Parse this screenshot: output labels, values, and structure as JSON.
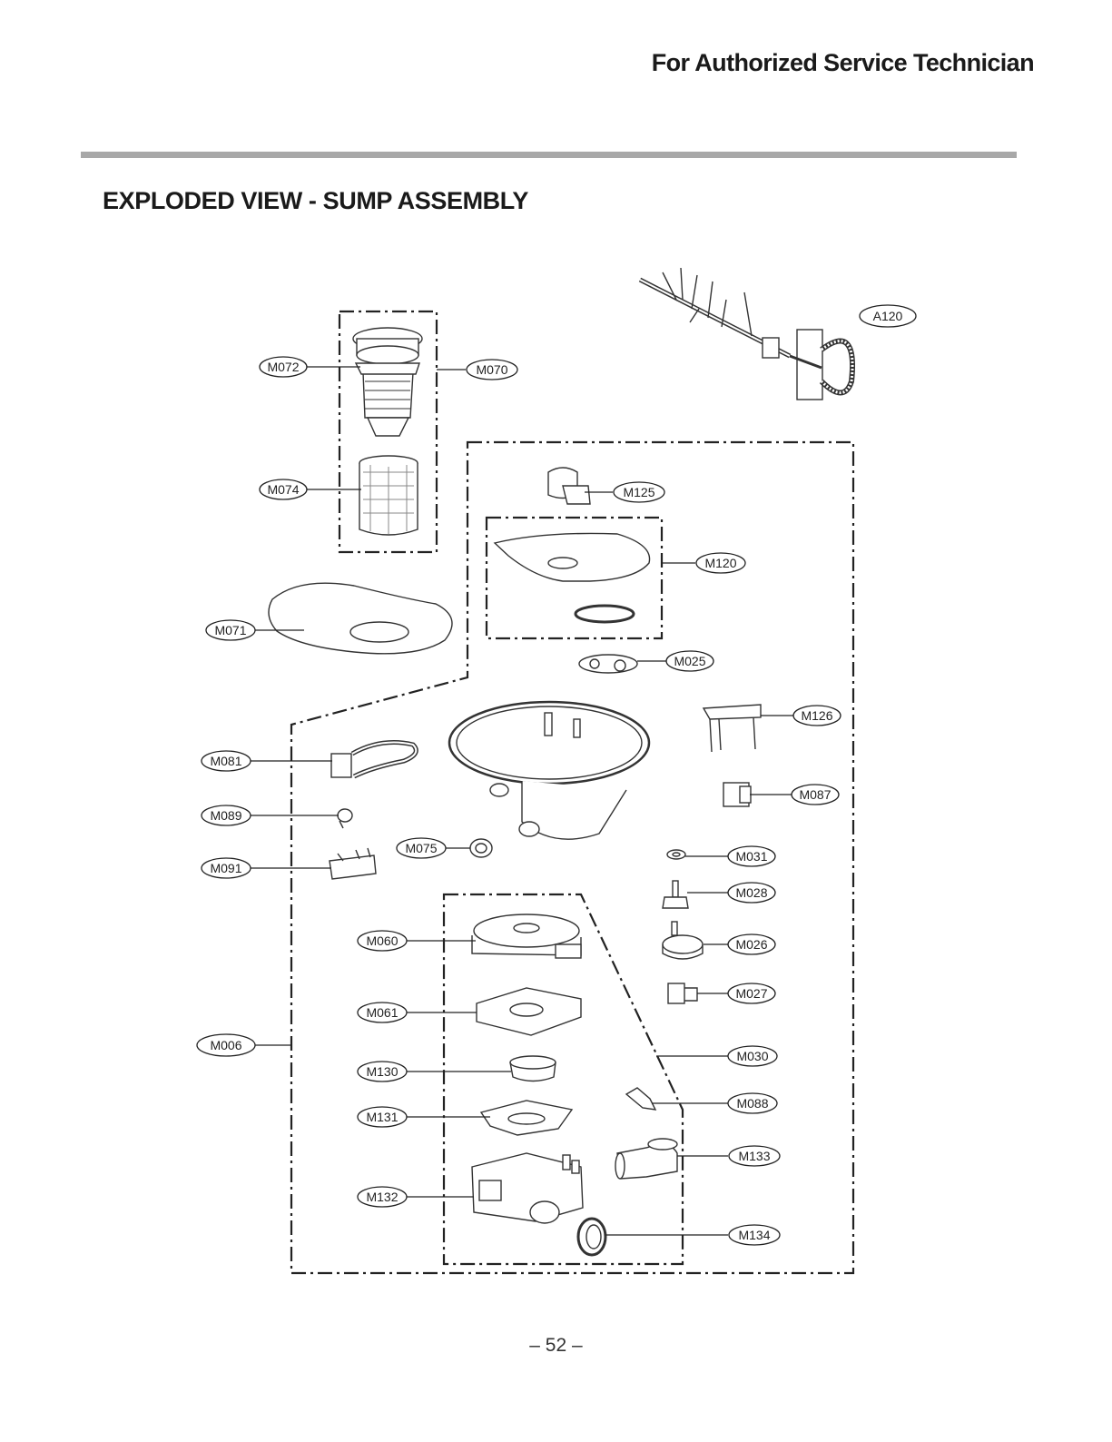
{
  "header": {
    "title": "For Authorized Service Technician"
  },
  "section_title": "EXPLODED VIEW - SUMP ASSEMBLY",
  "page_number": "– 52 –",
  "labels": {
    "A120": "A120",
    "M072": "M072",
    "M070": "M070",
    "M074": "M074",
    "M071": "M071",
    "M125": "M125",
    "M120": "M120",
    "M025": "M025",
    "M126": "M126",
    "M081": "M081",
    "M087": "M087",
    "M089": "M089",
    "M075": "M075",
    "M031": "M031",
    "M091": "M091",
    "M028": "M028",
    "M060": "M060",
    "M026": "M026",
    "M027": "M027",
    "M061": "M061",
    "M006": "M006",
    "M030": "M030",
    "M130": "M130",
    "M088": "M088",
    "M131": "M131",
    "M133": "M133",
    "M132": "M132",
    "M134": "M134"
  }
}
